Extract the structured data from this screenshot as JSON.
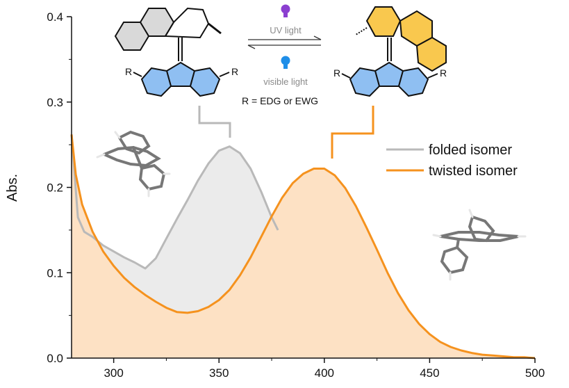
{
  "chart_data": {
    "type": "line",
    "xlabel": "",
    "ylabel": "Abs.",
    "xlim": [
      280,
      500
    ],
    "ylim": [
      0,
      0.4
    ],
    "xticks": [
      300,
      350,
      400,
      450,
      500
    ],
    "yticks": [
      "0.0",
      "0.1",
      "0.2",
      "0.3",
      "0.4"
    ],
    "legend_position": "right",
    "grid": false,
    "series": [
      {
        "name": "folded isomer",
        "color": "#b9b9b9",
        "fill": "#ebebeb",
        "x": [
          280,
          283,
          286,
          290,
          295,
          300,
          305,
          310,
          315,
          320,
          325,
          330,
          335,
          340,
          345,
          350,
          355,
          360,
          365,
          370,
          375,
          378
        ],
        "y": [
          0.262,
          0.165,
          0.148,
          0.142,
          0.132,
          0.125,
          0.118,
          0.112,
          0.105,
          0.117,
          0.14,
          0.163,
          0.185,
          0.208,
          0.228,
          0.243,
          0.248,
          0.24,
          0.222,
          0.195,
          0.165,
          0.15
        ]
      },
      {
        "name": "twisted isomer",
        "color": "#f5921e",
        "fill": "#fde1c4",
        "x": [
          280,
          282,
          285,
          290,
          295,
          300,
          305,
          310,
          315,
          320,
          325,
          330,
          335,
          340,
          345,
          350,
          355,
          360,
          365,
          370,
          375,
          380,
          385,
          390,
          395,
          400,
          405,
          410,
          415,
          420,
          425,
          430,
          435,
          440,
          445,
          450,
          455,
          460,
          465,
          470,
          475,
          480,
          485,
          490,
          495,
          500
        ],
        "y": [
          0.262,
          0.215,
          0.18,
          0.148,
          0.125,
          0.108,
          0.094,
          0.083,
          0.074,
          0.066,
          0.059,
          0.054,
          0.053,
          0.055,
          0.06,
          0.068,
          0.08,
          0.097,
          0.118,
          0.142,
          0.166,
          0.188,
          0.205,
          0.216,
          0.222,
          0.222,
          0.214,
          0.199,
          0.178,
          0.153,
          0.127,
          0.1,
          0.076,
          0.056,
          0.04,
          0.028,
          0.019,
          0.013,
          0.009,
          0.006,
          0.004,
          0.003,
          0.002,
          0.001,
          0.001,
          0.0
        ]
      }
    ]
  },
  "scheme": {
    "forward_label": "UV light",
    "reverse_label": "visible light",
    "substituent_note": "R = EDG or EWG",
    "r_label": "R",
    "uv_bulb_color": "#8b3fd0",
    "visible_bulb_color": "#1f8ee8",
    "arene_fill_folded": "#d9d9d9",
    "arene_fill_twisted": "#f9c84e",
    "fluorene_fill": "#8fbff2"
  }
}
